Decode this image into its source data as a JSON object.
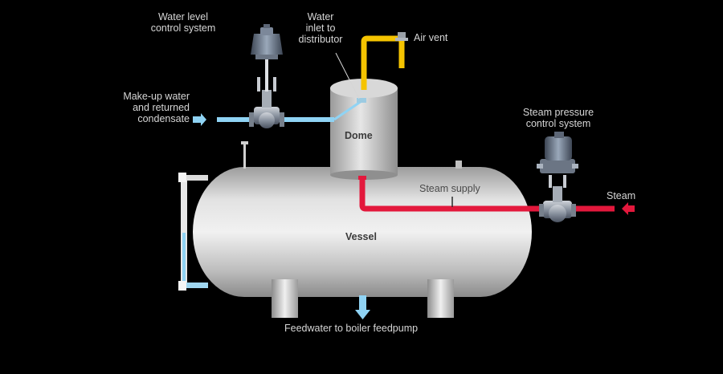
{
  "labels": {
    "water_level_control": "Water level\ncontrol system",
    "water_inlet": "Water\ninlet to\ndistributor",
    "air_vent": "Air vent",
    "makeup_water": "Make-up water\nand returned\ncondensate",
    "steam_pressure_control": "Steam pressure\ncontrol system",
    "dome": "Dome",
    "steam_supply": "Steam supply",
    "steam": "Steam",
    "vessel": "Vessel",
    "feedwater": "Feedwater to boiler feedpump"
  },
  "colors": {
    "background": "#000000",
    "water_pipe": "#8fd3f4",
    "steam_pipe": "#e3183c",
    "air_vent_pipe": "#f5c400",
    "vessel_metal": "#c9c9c9",
    "valve_actuator": "#6f7f95"
  },
  "icons": [
    "control-valve-icon",
    "flow-arrow-icon"
  ]
}
